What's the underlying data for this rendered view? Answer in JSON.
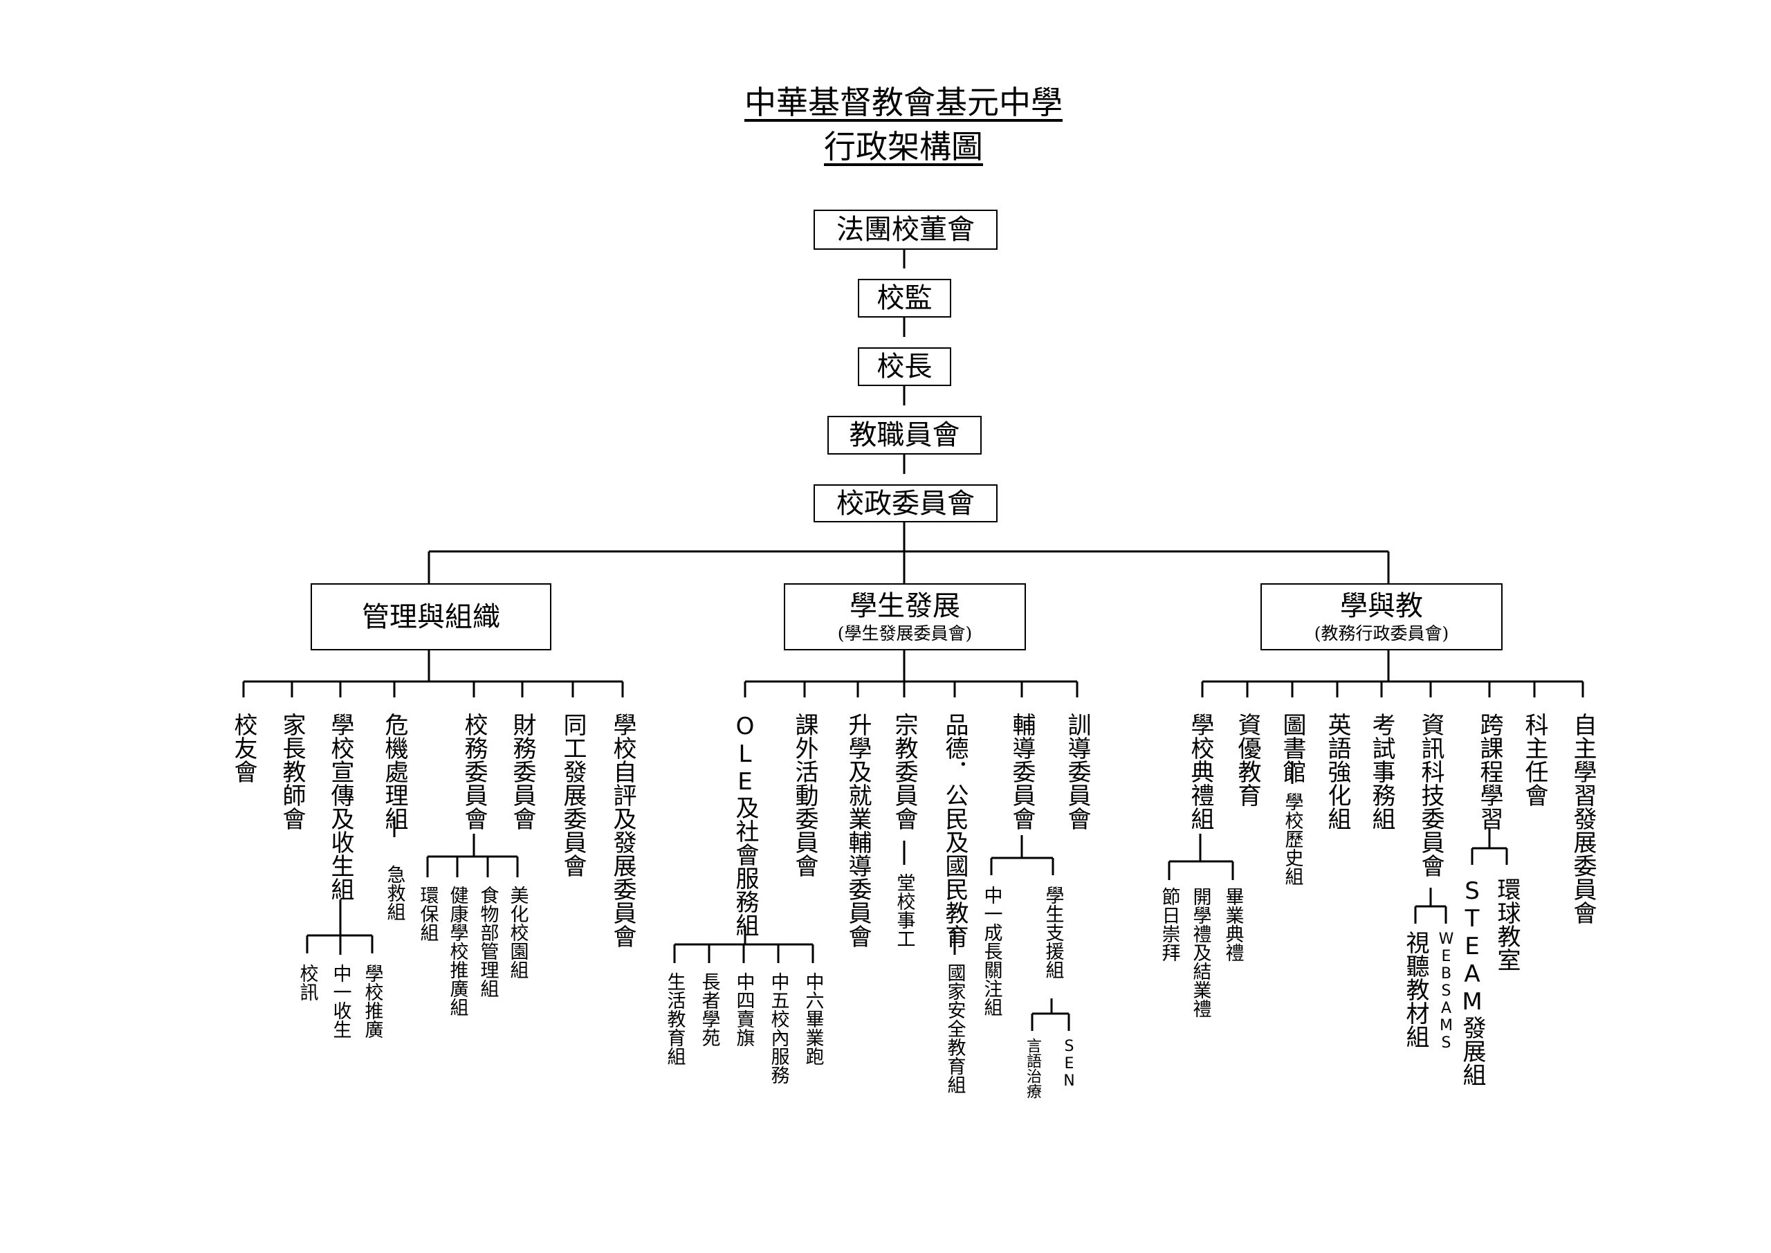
{
  "title": {
    "line1": "中華基督教會基元中學",
    "line2": "行政架構圖"
  },
  "top_chain": [
    "法團校董會",
    "校監",
    "校長",
    "教職員會",
    "校政委員會"
  ],
  "branches": {
    "management": {
      "label": "管理與組織",
      "children": {
        "alumni": "校友會",
        "pta": "家長教師會",
        "promotion": "學校宣傳及收生組",
        "promo_sub": [
          "校訊",
          "中一收生",
          "學校推廣"
        ],
        "crisis": "危機處理組",
        "crisis_sub": "急救組",
        "affairs": "校務委員會",
        "affairs_sub": [
          "環保組",
          "健康學校推廣組",
          "食物部管理組",
          "美化校園組"
        ],
        "finance": "財務委員會",
        "staff_dev": "同工發展委員會",
        "self_eval": "學校自評及發展委員會"
      }
    },
    "student_dev": {
      "label": "學生發展",
      "sub": "(學生發展委員會)",
      "children": {
        "ole": "OLE及社會服務組",
        "ole_sub": [
          "生活教育組",
          "長者學苑",
          "中四賣旗",
          "中五校內服務",
          "中六畢業跑"
        ],
        "extra": "課外活動委員會",
        "careers": "升學及就業輔導委員會",
        "religion": "宗教委員會",
        "religion_sub": "堂校事工",
        "civic": "品德．公民及國民教育",
        "civic_sub": "國家安全教育組",
        "guidance": "輔導委員會",
        "guidance_sub": [
          "中一成長關注組",
          "學生支援組"
        ],
        "support_sub": [
          "言語治療",
          "SEN"
        ],
        "discipline": "訓導委員會"
      }
    },
    "learning": {
      "label": "學與教",
      "sub": "(教務行政委員會)",
      "children": {
        "ceremony": "學校典禮組",
        "ceremony_sub": [
          "節日崇拜",
          "開學禮及結業禮",
          "畢業典禮"
        ],
        "gifted": "資優教育",
        "library": "圖書館",
        "library_sub": "學校歷史組",
        "english": "英語強化組",
        "exam": "考試事務組",
        "it": "資訊科技委員會",
        "it_sub": [
          "視聽教材組",
          "WEBSAMS"
        ],
        "cross": "跨課程學習",
        "cross_sub": [
          "STEAM發展組",
          "環球教室"
        ],
        "panel": "科主任會",
        "self_learning": "自主學習發展委員會"
      }
    }
  }
}
